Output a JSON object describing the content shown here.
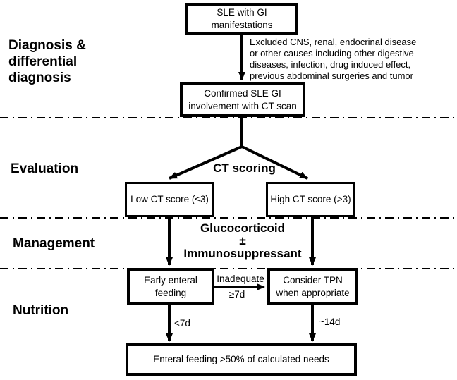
{
  "stages": [
    {
      "label": "Diagnosis &\ndifferential\ndiagnosis"
    },
    {
      "label": "Evaluation"
    },
    {
      "label": "Management"
    },
    {
      "label": "Nutrition"
    }
  ],
  "nodes": {
    "sle_gi": "SLE with GI\nmanifestations",
    "confirmed": "Confirmed SLE GI\ninvolvement with CT scan",
    "low_ct": "Low CT score (≤3)",
    "high_ct": "High CT score (>3)",
    "early_enteral": "Early enteral\nfeeding",
    "consider_tpn": "Consider TPN\nwhen appropriate",
    "enteral_goal": "Enteral feeding >50% of calculated needs"
  },
  "annotations": {
    "exclusion_note": "Excluded CNS, renal, endocrinal disease\nor other causes including other digestive\ndiseases, infection, drug induced effect,\nprevious abdominal surgeries and tumor",
    "ct_scoring": "CT scoring",
    "management_therapy": "Glucocorticoid\n±\nImmunosuppressant"
  },
  "edge_labels": {
    "inadequate": "Inadequate",
    "ge_7d": "≥7d",
    "lt_7d": "<7d",
    "approx_14d": "~14d"
  },
  "colors": {
    "line": "#000000",
    "text": "#000000",
    "background": "#ffffff"
  }
}
